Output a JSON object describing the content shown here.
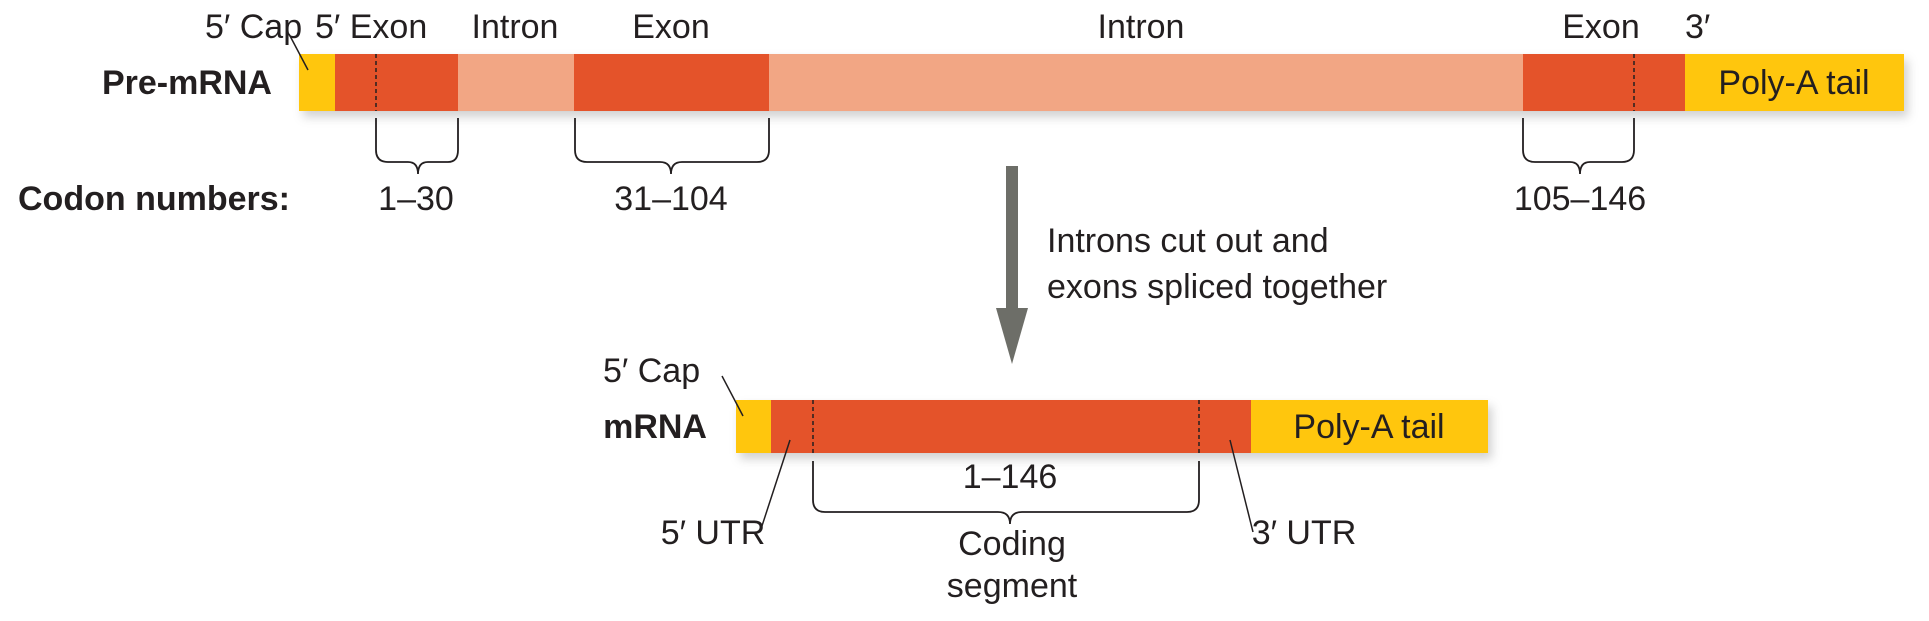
{
  "colors": {
    "cap": "#FFC60B",
    "exon": "#E4532A",
    "intron": "#F2A684",
    "arrow": "#6D6E68",
    "text": "#231F20"
  },
  "pre_mrna": {
    "label": "Pre-mRNA",
    "top_labels": {
      "cap": "5′ Cap",
      "exon1": "5′ Exon",
      "intron1": "Intron",
      "exon2": "Exon",
      "intron2": "Intron",
      "exon3": "Exon",
      "three_prime": "3′"
    },
    "poly_a": "Poly-A tail"
  },
  "codons": {
    "label": "Codon numbers:",
    "ranges": [
      "1–30",
      "31–104",
      "105–146"
    ]
  },
  "arrow_caption": [
    "Introns cut out and",
    "exons spliced together"
  ],
  "mrna": {
    "label": "mRNA",
    "cap": "5′ Cap",
    "poly_a": "Poly-A tail",
    "coding_range": "1–146",
    "utr5": "5′ UTR",
    "utr3": "3′ UTR",
    "coding_segment": [
      "Coding",
      "segment"
    ]
  }
}
